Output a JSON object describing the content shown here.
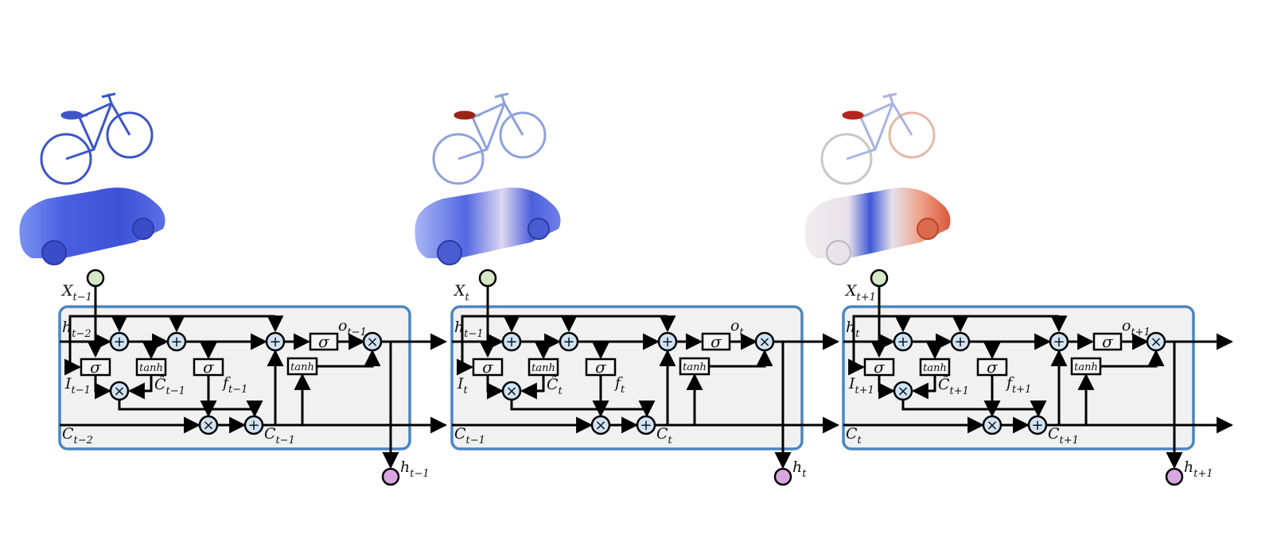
{
  "colors": {
    "cell_border": "#4a86c0",
    "cell_fill": "#f1f1f1",
    "input_node": "#d6e8c8",
    "output_node": "#d9a7df",
    "op_fill": "#cfe3f4",
    "arrow": "#000000"
  },
  "gates": {
    "sigma": "σ",
    "tanh": "tanh",
    "plus": "+",
    "times": "×"
  },
  "cells": [
    {
      "input": {
        "base": "X",
        "sub": "t−1"
      },
      "h_in": {
        "base": "h",
        "sub": "t−2"
      },
      "c_in": {
        "base": "C",
        "sub": "t−2"
      },
      "i_gate": {
        "base": "I",
        "sub": "t−1"
      },
      "cand": {
        "base": "Ĉ",
        "sub": "t−1"
      },
      "f_gate": {
        "base": "f",
        "sub": "t−1"
      },
      "c_out": {
        "base": "C",
        "sub": "t−1"
      },
      "o_gate": {
        "base": "o",
        "sub": "t−1"
      },
      "h_out": {
        "base": "h",
        "sub": "t−1"
      }
    },
    {
      "input": {
        "base": "X",
        "sub": "t"
      },
      "h_in": {
        "base": "h",
        "sub": "t−1"
      },
      "c_in": {
        "base": "C",
        "sub": "t−1"
      },
      "i_gate": {
        "base": "I",
        "sub": "t"
      },
      "cand": {
        "base": "Ĉ",
        "sub": "t"
      },
      "f_gate": {
        "base": "f",
        "sub": "t"
      },
      "c_out": {
        "base": "C",
        "sub": "t"
      },
      "o_gate": {
        "base": "o",
        "sub": "t"
      },
      "h_out": {
        "base": "h",
        "sub": "t"
      }
    },
    {
      "input": {
        "base": "X",
        "sub": "t+1"
      },
      "h_in": {
        "base": "h",
        "sub": "t"
      },
      "c_in": {
        "base": "C",
        "sub": "t"
      },
      "i_gate": {
        "base": "I",
        "sub": "t+1"
      },
      "cand": {
        "base": "Ĉ",
        "sub": "t+1"
      },
      "f_gate": {
        "base": "f",
        "sub": "t+1"
      },
      "c_out": {
        "base": "C",
        "sub": "t+1"
      },
      "o_gate": {
        "base": "o",
        "sub": "t+1"
      },
      "h_out": {
        "base": "h",
        "sub": "t+1"
      }
    }
  ],
  "thumbnails": [
    {
      "bike_icon": "bicycle-heatmap-icon",
      "car_icon": "car-heatmap-icon",
      "palette": "blue"
    },
    {
      "bike_icon": "bicycle-heatmap-icon",
      "car_icon": "car-heatmap-icon",
      "palette": "blue-light"
    },
    {
      "bike_icon": "bicycle-heatmap-icon",
      "car_icon": "car-heatmap-icon",
      "palette": "blue-red"
    }
  ]
}
